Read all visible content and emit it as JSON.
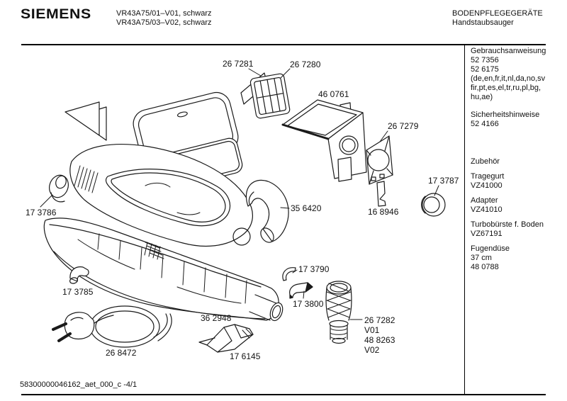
{
  "header": {
    "brand": "SIEMENS",
    "model_line1": "VR43A75/01–V01, schwarz",
    "model_line2": "VR43A75/03–V02, schwarz",
    "category": "BODENPFLEGEGERÄTE",
    "product_type": "Handstaubsauger"
  },
  "sidebar": {
    "groups": [
      {
        "lines": [
          "Gebrauchsanweisung",
          "52 7356",
          "52 6175",
          "(de,en,fr,it,nl,da,no,sv",
          "fir,pt,es,el,tr,ru,pl,bg,",
          "hu,ae)"
        ]
      },
      {
        "lines": [
          "Sicherheitshinweise",
          "52 4166"
        ]
      },
      {
        "lines": [
          "Zubehör"
        ]
      },
      {
        "lines": [
          "Tragegurt",
          "VZ41000"
        ]
      },
      {
        "lines": [
          "Adapter",
          "VZ41010"
        ]
      },
      {
        "lines": [
          "Turbobürste f. Boden",
          "VZ67191"
        ]
      },
      {
        "lines": [
          "Fugendüse",
          "37 cm",
          "48 0788"
        ]
      }
    ]
  },
  "parts": {
    "filter_sheet": "26 7281",
    "filter_grid": "26 7280",
    "dust_bag": "46 0761",
    "bag_holder": "26 7279",
    "seal_ring": "17 3787",
    "strip": "16 8946",
    "hose": "35 6420",
    "cap": "17 3786",
    "elbow": "17 3785",
    "clip": "17 3790",
    "bracket": "17 3800",
    "housing": "36 2948",
    "power_cord": "26 8472",
    "nozzle": "17 6145",
    "bellows_hose": [
      "26 7282",
      "V01",
      "48 8263",
      "V02"
    ]
  },
  "footer": {
    "document_number": "58300000046162_aet_000_c",
    "page": "-4/1"
  },
  "colors": {
    "ink": "#111111",
    "background": "#ffffff"
  }
}
